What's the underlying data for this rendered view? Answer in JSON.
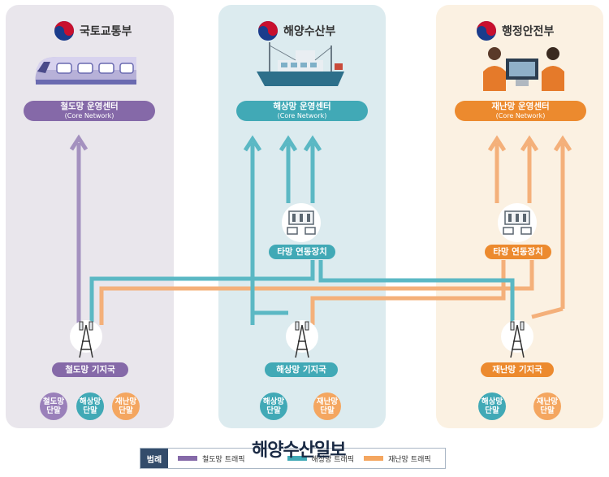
{
  "panels": [
    {
      "ministry": "국토교통부",
      "center": "철도망 운영센터",
      "core": "(Core Network)",
      "station": "철도망 기지국"
    },
    {
      "ministry": "해양수산부",
      "center": "해상망 운영센터",
      "core": "(Core Network)",
      "station": "해상망 기지국",
      "interlock": "타망 연동장치"
    },
    {
      "ministry": "행정안전부",
      "center": "재난망 운영센터",
      "core": "(Core Network)",
      "station": "재난망 기지국",
      "interlock": "타망 연동장치"
    }
  ],
  "terminals": {
    "rail_panel": [
      [
        "철도망",
        "단말"
      ],
      [
        "해상망",
        "단말"
      ],
      [
        "재난망",
        "단말"
      ]
    ],
    "sea_panel": [
      [
        "해상망",
        "단말"
      ],
      [
        "재난망",
        "단말"
      ]
    ],
    "dis_panel": [
      [
        "해상망",
        "단말"
      ],
      [
        "재난망",
        "단말"
      ]
    ]
  },
  "legend": {
    "head": "범례",
    "items": [
      {
        "label": "철도망 트래픽",
        "color": "#8569a8"
      },
      {
        "label": "해상망 트래픽",
        "color": "#41a9b6"
      },
      {
        "label": "재난망 트래픽",
        "color": "#f4a660"
      }
    ]
  },
  "watermark": "해양수산일보",
  "colors": {
    "rail": "#8569a8",
    "sea": "#41a9b6",
    "disaster": "#ec8a2e",
    "disaster_line": "#f4b07a",
    "sea_line": "#5bb8c4",
    "rail_line": "#a491bf"
  }
}
